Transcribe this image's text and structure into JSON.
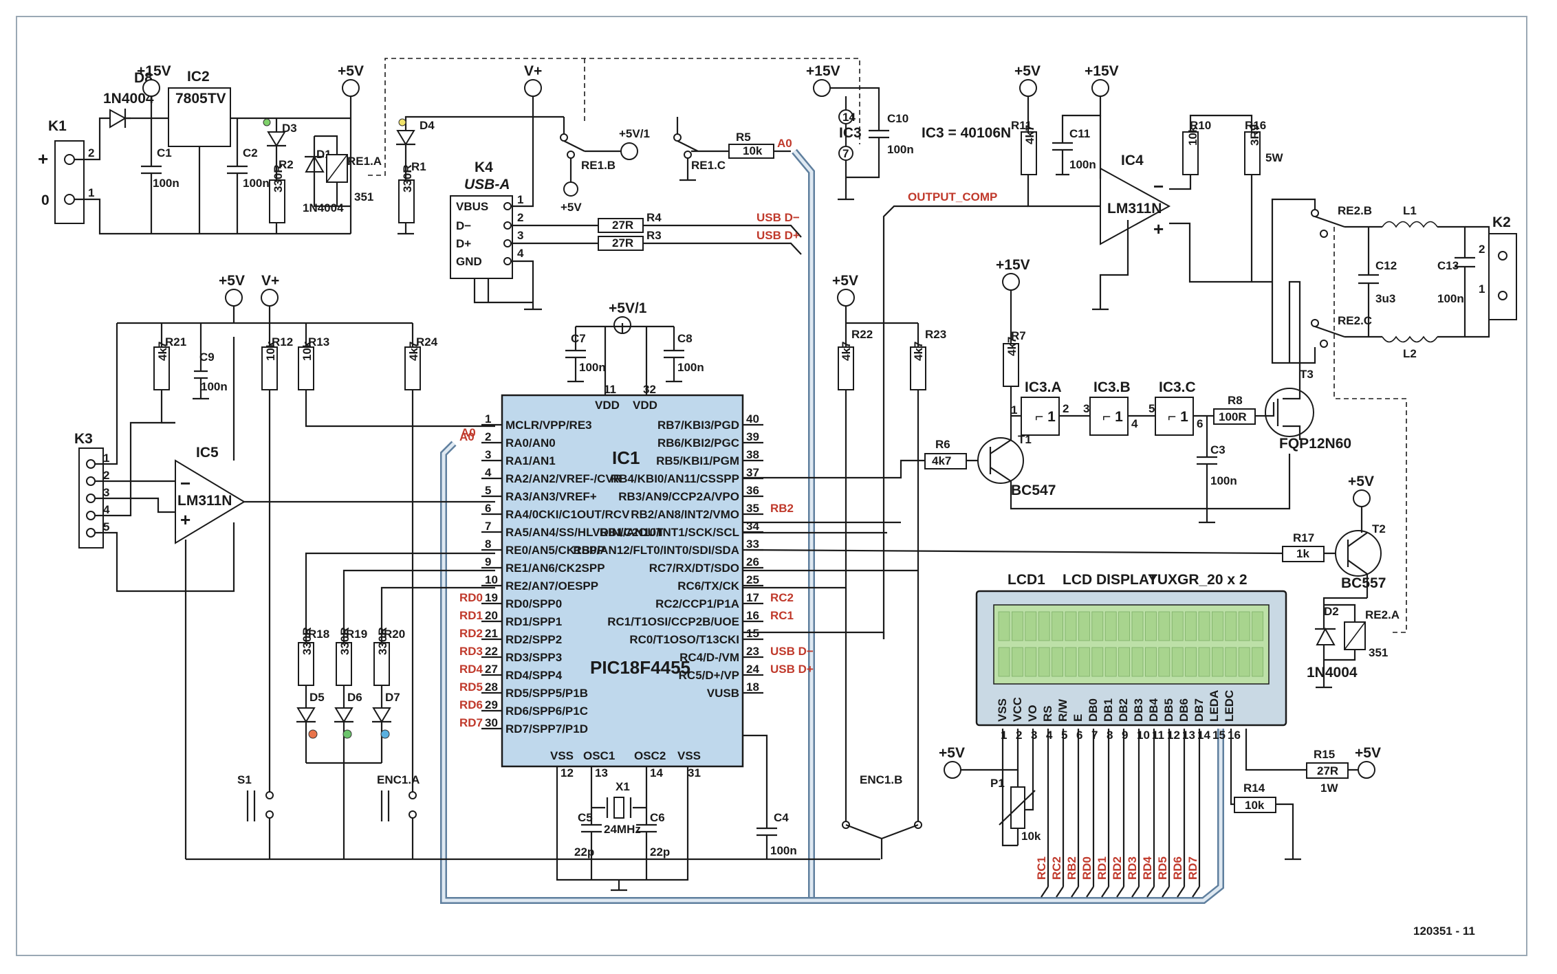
{
  "figure_id": "120351 - 11",
  "supply": {
    "p15": "+15V",
    "p5": "+5V",
    "vplus": "V+",
    "p5_1": "+5V/1",
    "k1_plus": "+",
    "k1_zero": "0"
  },
  "connectors": {
    "k1": "K1",
    "k2": "K2",
    "k3": "K3",
    "k4": "K4",
    "k4_type": "USB-A"
  },
  "usb_pins": {
    "vbus": "VBUS",
    "dm": "D−",
    "dp": "D+",
    "gnd": "GND"
  },
  "ics": {
    "ic1": "IC1",
    "ic1_part": "PIC18F4455",
    "ic2": "IC2",
    "ic2_part": "7805TV",
    "ic3": "IC3",
    "ic3_note": "IC3 = 40106N",
    "ic3a": "IC3.A",
    "ic3b": "IC3.B",
    "ic3c": "IC3.C",
    "ic4": "IC4",
    "ic4_part": "LM311N",
    "ic5": "IC5",
    "ic5_part": "LM311N"
  },
  "ic1_pins_left": [
    {
      "num": "1",
      "name": "MCLR/VPP/RE3",
      "net": ""
    },
    {
      "num": "2",
      "name": "RA0/AN0",
      "net": "A0"
    },
    {
      "num": "3",
      "name": "RA1/AN1",
      "net": ""
    },
    {
      "num": "4",
      "name": "RA2/AN2/VREF-/CVR",
      "net": ""
    },
    {
      "num": "5",
      "name": "RA3/AN3/VREF+",
      "net": ""
    },
    {
      "num": "6",
      "name": "RA4/0CKI/C1OUT/RCV",
      "net": ""
    },
    {
      "num": "7",
      "name": "RA5/AN4/SS/HLVDIN/C2OUT",
      "net": ""
    },
    {
      "num": "8",
      "name": "RE0/AN5/CK1SPP",
      "net": ""
    },
    {
      "num": "9",
      "name": "RE1/AN6/CK2SPP",
      "net": ""
    },
    {
      "num": "10",
      "name": "RE2/AN7/OESPP",
      "net": ""
    },
    {
      "num": "19",
      "name": "RD0/SPP0",
      "net": "RD0"
    },
    {
      "num": "20",
      "name": "RD1/SPP1",
      "net": "RD1"
    },
    {
      "num": "21",
      "name": "RD2/SPP2",
      "net": "RD2"
    },
    {
      "num": "22",
      "name": "RD3/SPP3",
      "net": "RD3"
    },
    {
      "num": "27",
      "name": "RD4/SPP4",
      "net": "RD4"
    },
    {
      "num": "28",
      "name": "RD5/SPP5/P1B",
      "net": "RD5"
    },
    {
      "num": "29",
      "name": "RD6/SPP6/P1C",
      "net": "RD6"
    },
    {
      "num": "30",
      "name": "RD7/SPP7/P1D",
      "net": "RD7"
    }
  ],
  "ic1_pins_right": [
    {
      "num": "40",
      "name": "RB7/KBI3/PGD",
      "net": ""
    },
    {
      "num": "39",
      "name": "RB6/KBI2/PGC",
      "net": ""
    },
    {
      "num": "38",
      "name": "RB5/KBI1/PGM",
      "net": ""
    },
    {
      "num": "37",
      "name": "RB4/KBI0/AN11/CSSPP",
      "net": ""
    },
    {
      "num": "36",
      "name": "RB3/AN9/CCP2A/VPO",
      "net": ""
    },
    {
      "num": "35",
      "name": "RB2/AN8/INT2/VMO",
      "net": "RB2"
    },
    {
      "num": "34",
      "name": "RB1/AN10/INT1/SCK/SCL",
      "net": ""
    },
    {
      "num": "33",
      "name": "RB0/AN12/FLT0/INT0/SDI/SDA",
      "net": ""
    },
    {
      "num": "26",
      "name": "RC7/RX/DT/SDO",
      "net": ""
    },
    {
      "num": "25",
      "name": "RC6/TX/CK",
      "net": ""
    },
    {
      "num": "17",
      "name": "RC2/CCP1/P1A",
      "net": "RC2"
    },
    {
      "num": "16",
      "name": "RC1/T1OSI/CCP2B/UOE",
      "net": "RC1"
    },
    {
      "num": "15",
      "name": "RC0/T1OSO/T13CKI",
      "net": ""
    },
    {
      "num": "23",
      "name": "RC4/D-/VM",
      "net": "USB D−"
    },
    {
      "num": "24",
      "name": "RC5/D+/VP",
      "net": "USB D+"
    },
    {
      "num": "18",
      "name": "VUSB",
      "net": ""
    }
  ],
  "ic1_power": {
    "vdd": "VDD",
    "vss": "VSS",
    "osc1": "OSC1",
    "osc2": "OSC2",
    "p11": "11",
    "p32": "32",
    "p12": "12",
    "p13": "13",
    "p14": "14",
    "p31": "31"
  },
  "lcd": {
    "ref": "LCD1",
    "title": "LCD DISPLAY",
    "type": "TUXGR_20 x 2",
    "pins": [
      {
        "num": "1",
        "name": "VSS",
        "net": ""
      },
      {
        "num": "2",
        "name": "VCC",
        "net": ""
      },
      {
        "num": "3",
        "name": "VO",
        "net": ""
      },
      {
        "num": "4",
        "name": "RS",
        "net": "RC1"
      },
      {
        "num": "5",
        "name": "R/W",
        "net": "RC2"
      },
      {
        "num": "6",
        "name": "E",
        "net": "RB2"
      },
      {
        "num": "7",
        "name": "DB0",
        "net": "RD0"
      },
      {
        "num": "8",
        "name": "DB1",
        "net": "RD1"
      },
      {
        "num": "9",
        "name": "DB2",
        "net": "RD2"
      },
      {
        "num": "10",
        "name": "DB3",
        "net": "RD3"
      },
      {
        "num": "11",
        "name": "DB4",
        "net": "RD4"
      },
      {
        "num": "12",
        "name": "DB5",
        "net": "RD5"
      },
      {
        "num": "13",
        "name": "DB6",
        "net": "RD6"
      },
      {
        "num": "14",
        "name": "DB7",
        "net": "RD7"
      },
      {
        "num": "15",
        "name": "LEDA",
        "net": ""
      },
      {
        "num": "16",
        "name": "LEDC",
        "net": ""
      }
    ]
  },
  "resistors": {
    "r1": "R1",
    "r1v": "330R",
    "r2": "R2",
    "r2v": "330R",
    "r3": "R3",
    "r3v": "27R",
    "r4": "R4",
    "r4v": "27R",
    "r5": "R5",
    "r5v": "10k",
    "r6": "R6",
    "r6v": "4k7",
    "r7": "R7",
    "r7v": "4k7",
    "r8": "R8",
    "r8v": "100R",
    "r10": "R10",
    "r10v": "10k",
    "r11": "R11",
    "r11v": "4k7",
    "r12": "R12",
    "r12v": "10k",
    "r13": "R13",
    "r13v": "10k",
    "r14": "R14",
    "r14v": "10k",
    "r15": "R15",
    "r15v": "27R",
    "r15w": "1W",
    "r16": "R16",
    "r16v": "3R9",
    "r16w": "5W",
    "r17": "R17",
    "r17v": "1k",
    "r18": "R18",
    "r18v": "330R",
    "r19": "R19",
    "r19v": "330R",
    "r20": "R20",
    "r20v": "330R",
    "r21": "R21",
    "r21v": "4k7",
    "r22": "R22",
    "r22v": "4k7",
    "r23": "R23",
    "r23v": "4k7",
    "r24": "R24",
    "r24v": "4k7",
    "p1": "P1",
    "p1v": "10k"
  },
  "capacitors": {
    "c1": "C1",
    "c1v": "100n",
    "c2": "C2",
    "c2v": "100n",
    "c3": "C3",
    "c3v": "100n",
    "c4": "C4",
    "c4v": "100n",
    "c5": "C5",
    "c5v": "22p",
    "c6": "C6",
    "c6v": "22p",
    "c7": "C7",
    "c7v": "100n",
    "c8": "C8",
    "c8v": "100n",
    "c9": "C9",
    "c9v": "100n",
    "c10": "C10",
    "c10v": "100n",
    "c11": "C11",
    "c11v": "100n",
    "c12": "C12",
    "c12v": "3u3",
    "c13": "C13",
    "c13v": "100n"
  },
  "semis": {
    "d1": "D1",
    "d1v": "1N4004",
    "d2": "D2",
    "d2v": "1N4004",
    "d3": "D3",
    "d4": "D4",
    "d5": "D5",
    "d6": "D6",
    "d7": "D7",
    "d8": "D8",
    "d8v": "1N4004",
    "t1": "T1",
    "t1v": "BC547",
    "t2": "T2",
    "t2v": "BC557",
    "t3": "T3",
    "t3v": "FQP12N60",
    "x1": "X1",
    "x1v": "24MHz"
  },
  "misc": {
    "re1a": "RE1.A",
    "re1b": "RE1.B",
    "re1c": "RE1.C",
    "re1n": "351",
    "re2a": "RE2.A",
    "re2b": "RE2.B",
    "re2c": "RE2.C",
    "re2n": "351",
    "l1": "L1",
    "l2": "L2",
    "s1": "S1",
    "enc1a": "ENC1.A",
    "enc1b": "ENC1.B",
    "output_comp": "OUTPUT_COMP",
    "a0": "A0",
    "usb_dm": "USB D−",
    "usb_dp": "USB D+",
    "lcd_nets": [
      "RC1",
      "RC2",
      "RB2",
      "RD0",
      "RD1",
      "RD2",
      "RD3",
      "RD4",
      "RD5",
      "RD6",
      "RD7"
    ]
  },
  "colors": {
    "ic_fill": "#bfd8ec",
    "lcd_window": "#bde0a8",
    "net_label": "#c0392b",
    "bus": "#5f7f9e",
    "led_red": "#e8734a",
    "led_green": "#6cc46c",
    "led_blue": "#5ab0e0",
    "led_d3": "#7fd16b",
    "led_d4": "#f0e26a"
  }
}
